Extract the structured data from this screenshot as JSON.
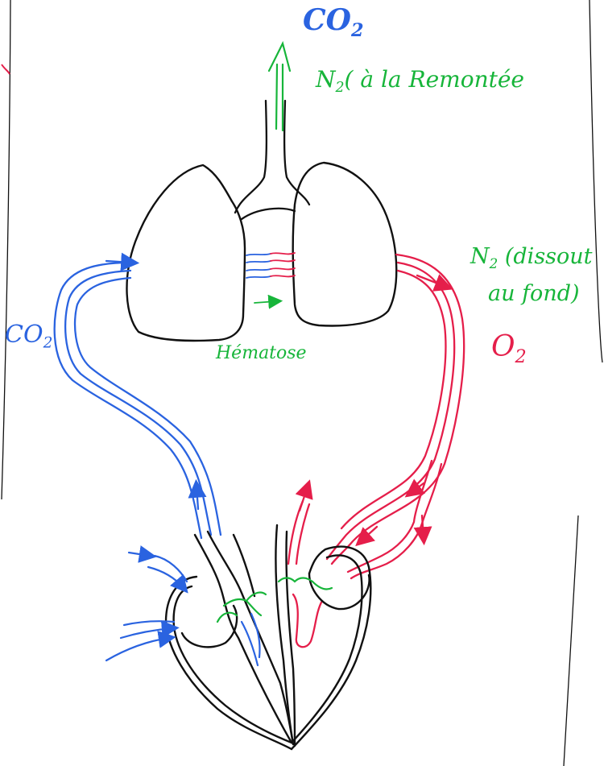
{
  "labels": {
    "co2_top": {
      "base": "CO",
      "sub": "2"
    },
    "n2_ascent": {
      "base": "N",
      "sub": "2",
      "text": "( à la Remontée"
    },
    "n2_dissolved": {
      "base": "N",
      "sub": "2",
      "line1": " (dissout",
      "line2": "au fond)"
    },
    "o2_right": {
      "base": "O",
      "sub": "2"
    },
    "co2_left": {
      "base": "CO",
      "sub": "2"
    },
    "hematose": "Hématose"
  },
  "colors": {
    "ink": "#111111",
    "blood_blue": "#2a63e0",
    "blood_red": "#e51e4a",
    "gas_green": "#17b53a",
    "paper": "#ffffff"
  }
}
